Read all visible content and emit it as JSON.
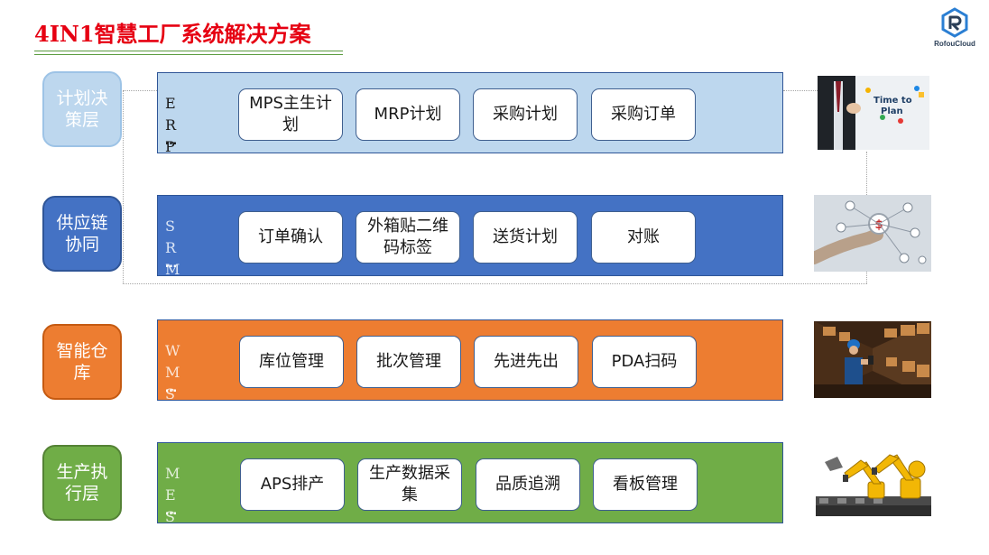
{
  "title": "4IN1智慧工厂系统解决方案",
  "logo": {
    "name": "RofouCloud"
  },
  "colors": {
    "title": "#e60012",
    "erp": "#bdd7ee",
    "srm": "#4472c4",
    "wms": "#ed7d31",
    "mes": "#70ad47"
  },
  "layers": [
    {
      "label": "计划决策层",
      "system": "ERP",
      "more": "…",
      "functions": [
        "MPS主生计划",
        "MRP计划",
        "采购计划",
        "采购订单"
      ],
      "image_text": [
        "Time to",
        "Plan"
      ]
    },
    {
      "label": "供应链协同",
      "system": "SRM",
      "more": "…",
      "functions": [
        "订单确认",
        "外箱贴二维码标签",
        "送货计划",
        "对账"
      ]
    },
    {
      "label": "智能仓库",
      "system": "WMS",
      "more": "…",
      "functions": [
        "库位管理",
        "批次管理",
        "先进先出",
        "PDA扫码"
      ]
    },
    {
      "label": "生产执行层",
      "system": "MES",
      "more": "…",
      "functions": [
        "APS排产",
        "生产数据采集",
        "品质追溯",
        "看板管理"
      ]
    }
  ]
}
